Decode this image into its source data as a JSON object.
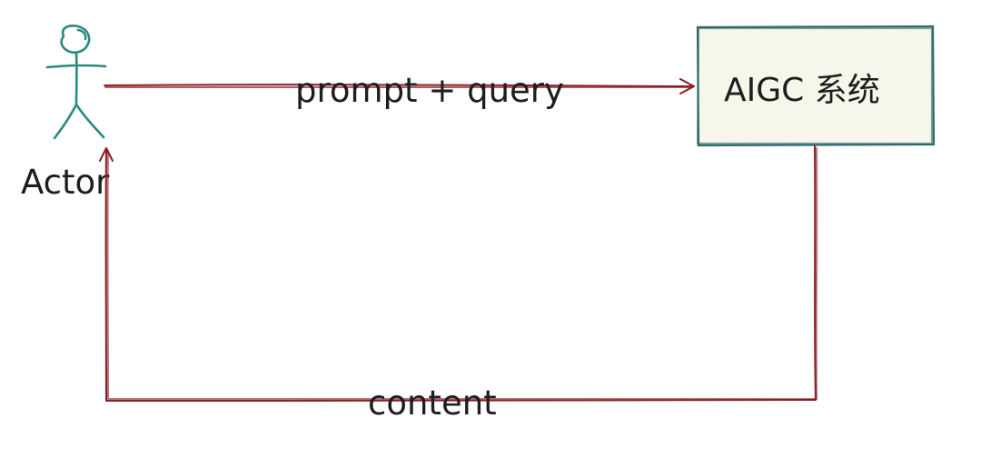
{
  "diagram": {
    "actor": {
      "label": "Actor",
      "icon": "stick-figure-icon"
    },
    "system": {
      "label": "AIGC 系统"
    },
    "edges": {
      "request_label": "prompt + query",
      "response_label": "content"
    }
  },
  "colors": {
    "actor": "#2a8a7e",
    "arrow": "#8b1d24",
    "box_border": "#2e6b6b",
    "box_fill": "#f6f6ea",
    "text": "#1e1e1e"
  }
}
